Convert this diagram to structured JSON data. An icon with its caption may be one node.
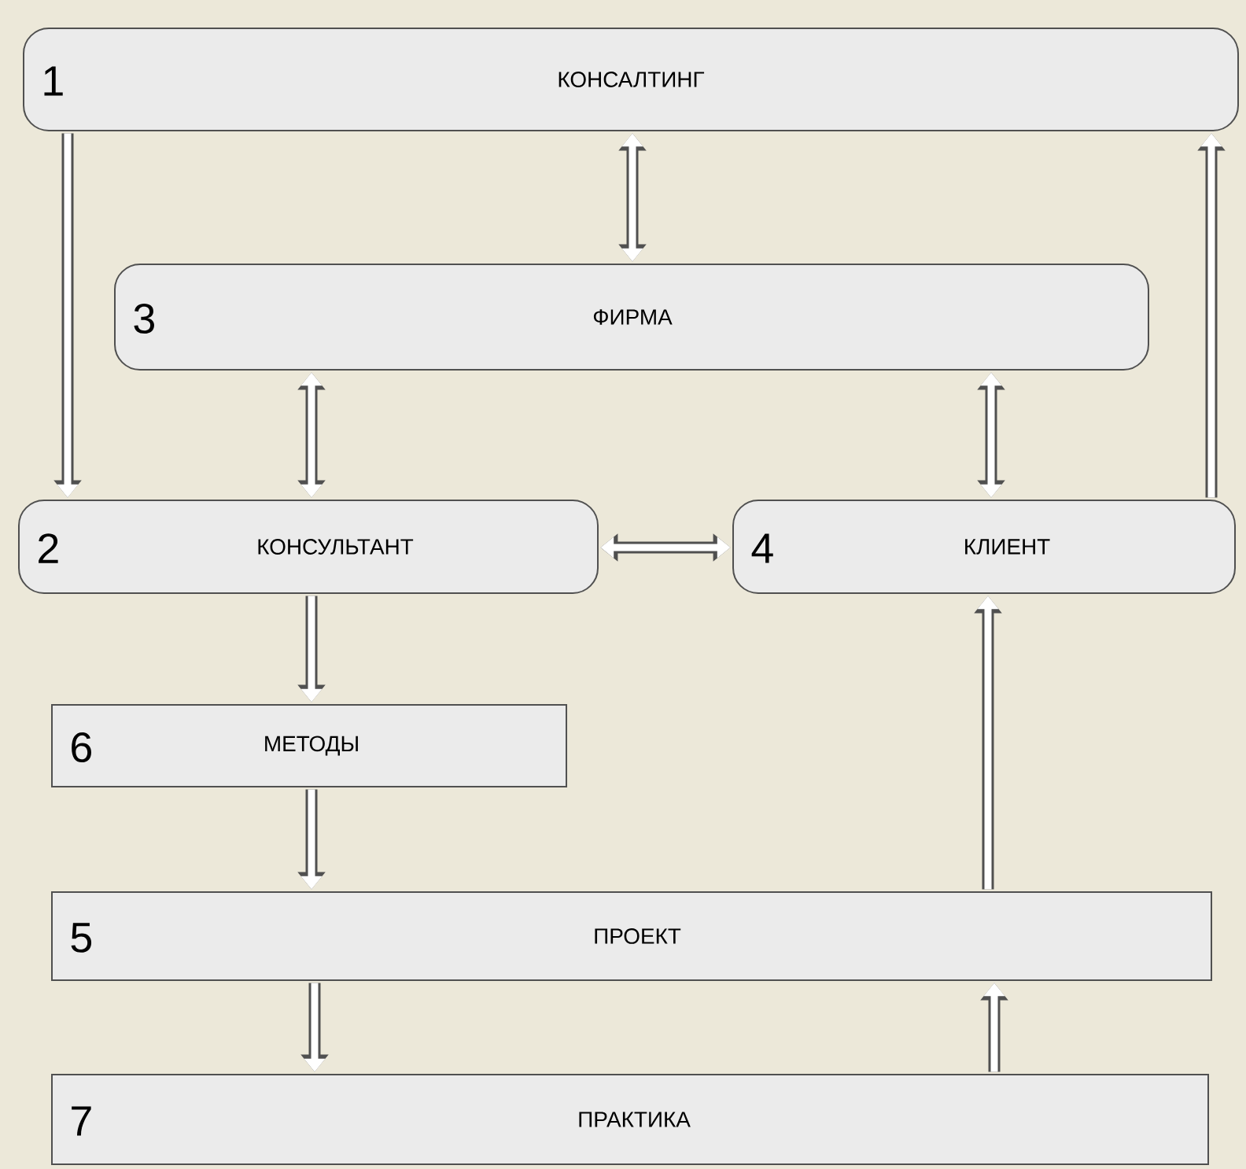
{
  "diagram": {
    "nodes": [
      {
        "text": [
          "1",
          "КОНСАЛТИНГ"
        ]
      },
      {
        "text": [
          "3",
          "ФИРМА"
        ]
      },
      {
        "text": [
          "2",
          "КОНСУЛЬТАНТ"
        ]
      },
      {
        "text": [
          "4",
          "КЛИЕНТ"
        ]
      },
      {
        "text": [
          "6",
          "МЕТОДЫ"
        ]
      },
      {
        "text": [
          "5",
          "ПРОЕКТ"
        ]
      },
      {
        "text": [
          "7",
          "ПРАКТИКА"
        ]
      }
    ],
    "edges": [
      {
        "from": 0,
        "to": 2,
        "arrow": "to"
      },
      {
        "from": 0,
        "to": 1,
        "arrow": "both"
      },
      {
        "from": 1,
        "to": 2,
        "arrow": "both"
      },
      {
        "from": 1,
        "to": 3,
        "arrow": "both"
      },
      {
        "from": 3,
        "to": 0,
        "arrow": "to"
      },
      {
        "from": 2,
        "to": 3,
        "arrow": "both"
      },
      {
        "from": 2,
        "to": 4,
        "arrow": "to"
      },
      {
        "from": 4,
        "to": 5,
        "arrow": "to"
      },
      {
        "from": 5,
        "to": 3,
        "arrow": "to"
      },
      {
        "from": 5,
        "to": 6,
        "arrow": "to"
      },
      {
        "from": 6,
        "to": 5,
        "arrow": "to"
      }
    ]
  }
}
